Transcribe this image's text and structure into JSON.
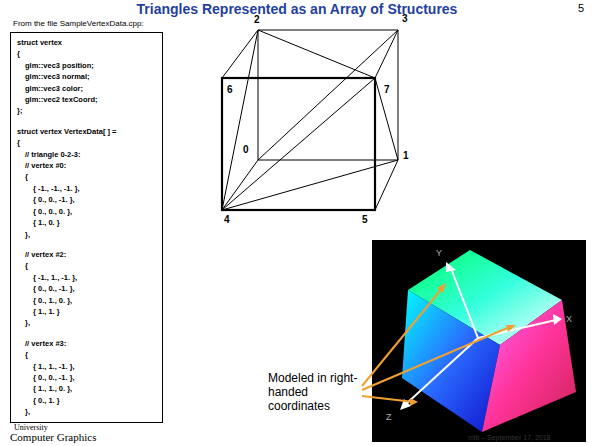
{
  "diagram": {
    "title": "Triangles Represented as an Array of Structures",
    "nodes": [
      {
        "text": [
          "From the file SampleVertexData.cpp:",
          "struct vertex",
          "{",
          "glm::vec3 position;",
          "glm::vec3 normal;",
          "glm::vec3 color;",
          "glm::vec2 texCoord;",
          "};",
          "struct vertex VertexData[ ] =",
          "{",
          "// triangle 0-2-3:",
          "// vertex #0:",
          "{",
          "{ -1., -1., -1. },",
          "{ 0., 0., -1. },",
          "{ 0., 0., 0. },",
          "{ 1., 0. }",
          "},",
          "// vertex #2:",
          "{",
          "{ -1., 1., -1. },",
          "{ 0., 0., -1. },",
          "{ 0., 1., 0. },",
          "{ 1., 1. }",
          "},",
          "// vertex #3:",
          "{",
          "{ 1., 1., -1. },",
          "{ 0., 0., -1. },",
          "{ 1., 1., 0. },",
          "{ 0., 1. }",
          "},"
        ]
      }
    ],
    "labels": [
      "5",
      "2",
      "3",
      "6",
      "7",
      "0",
      "1",
      "4",
      "5",
      "Modeled in right-handed coordinates",
      "Y",
      "X",
      "Z",
      "University",
      "Computer Graphics",
      "mib – September 17, 2018"
    ]
  }
}
